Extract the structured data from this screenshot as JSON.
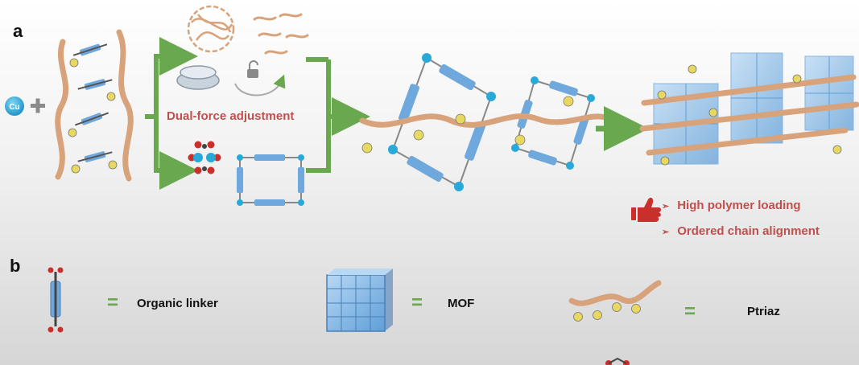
{
  "panels": {
    "a": "a",
    "b": "b"
  },
  "left": {
    "metal": "Cu"
  },
  "center": {
    "label": "Dual-force adjustment"
  },
  "advantages": [
    "High polymer loading",
    "Ordered chain alignment"
  ],
  "legend": {
    "equals": "=",
    "linker": "Organic linker",
    "mof": "MOF",
    "polymer": "Ptriaz"
  },
  "colors": {
    "arrow_green": "#6aa84f",
    "accent_red": "#c0504d",
    "mof_blue": "#7fb2e0",
    "polymer_tan": "#d8a27a",
    "charge_yellow": "#e8d860",
    "cu_blue": "#29a9d8"
  }
}
